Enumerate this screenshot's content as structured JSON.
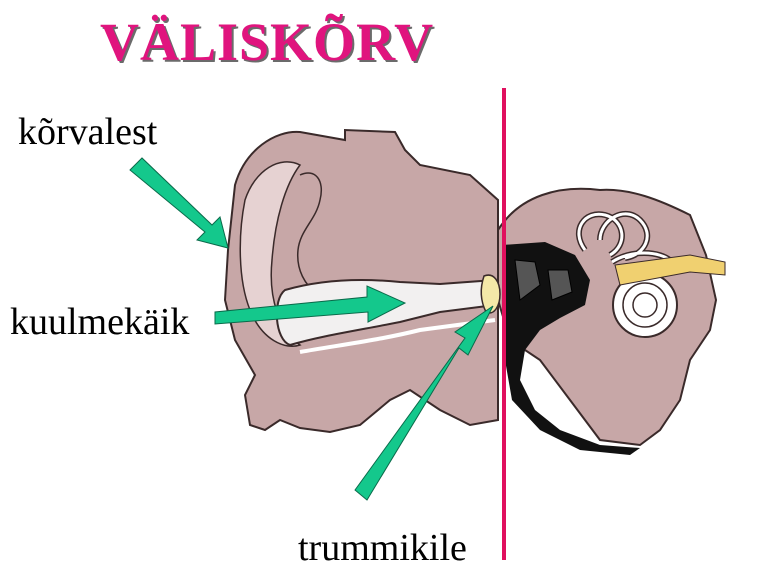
{
  "title": "VÄLISKÕRV",
  "labels": {
    "pinna": "kõrvalest",
    "ear_canal": "kuulmekäik",
    "eardrum": "trummikile"
  },
  "colors": {
    "title": "#e0147e",
    "divider": "#e0105e",
    "arrow": "#14c88c",
    "tissue": "#c7a7a7",
    "outline": "#3a2a2a",
    "canal": "#f2f0f0",
    "ossicles": "#111111",
    "eardrum": "#f4e8a8",
    "nerve": "#f0d070"
  },
  "icons": {
    "diagram": "ear-anatomy-illustration",
    "arrow": "pointer-arrow-icon"
  }
}
